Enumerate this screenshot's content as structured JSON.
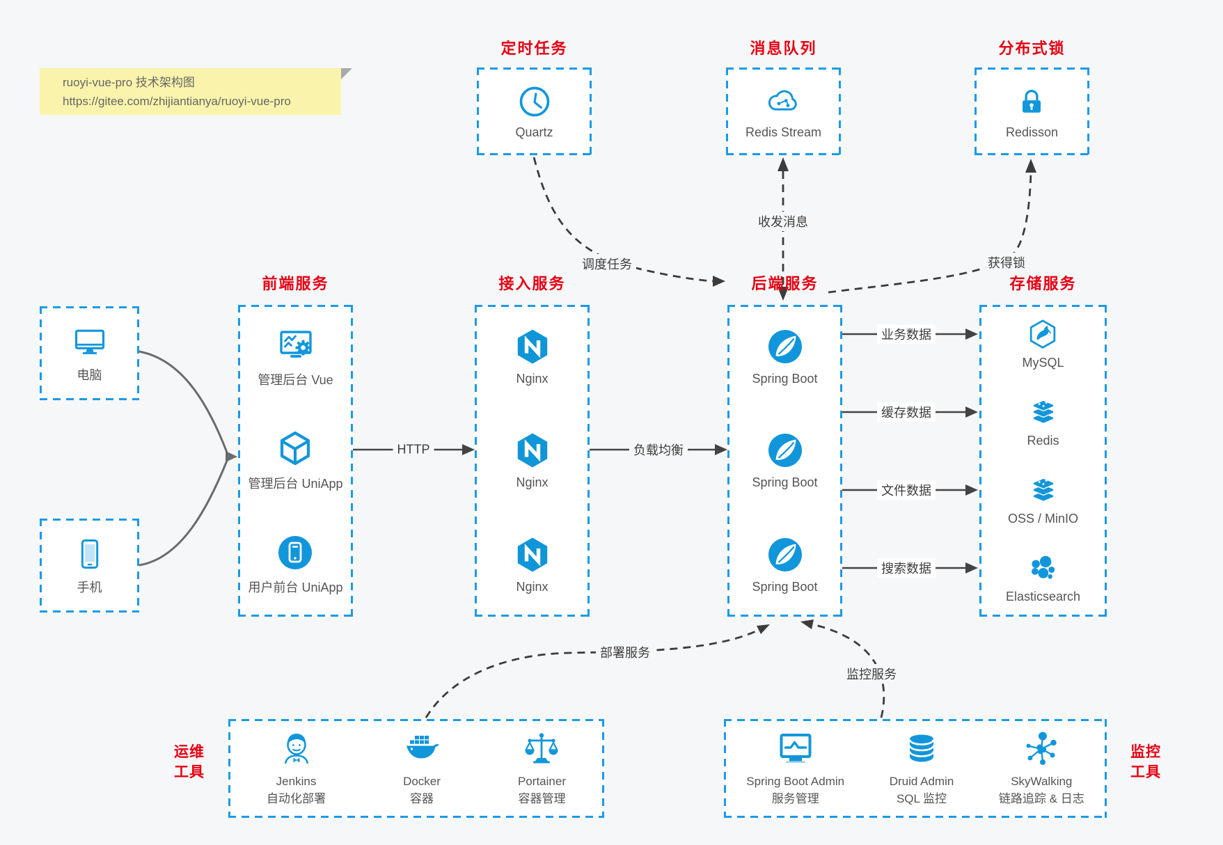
{
  "note": {
    "line1": "ruoyi-vue-pro 技术架构图",
    "line2": "https://gitee.com/zhijiantianya/ruoyi-vue-pro"
  },
  "top": {
    "scheduler": {
      "title": "定时任务",
      "item": "Quartz"
    },
    "mq": {
      "title": "消息队列",
      "item": "Redis Stream"
    },
    "lock": {
      "title": "分布式锁",
      "item": "Redisson"
    }
  },
  "clients": {
    "pc": "电脑",
    "mobile": "手机"
  },
  "columns": {
    "frontend": {
      "title": "前端服务",
      "items": [
        "管理后台 Vue",
        "管理后台 UniApp",
        "用户前台 UniApp"
      ]
    },
    "gateway": {
      "title": "接入服务",
      "items": [
        "Nginx",
        "Nginx",
        "Nginx"
      ]
    },
    "backend": {
      "title": "后端服务",
      "items": [
        "Spring Boot",
        "Spring Boot",
        "Spring Boot"
      ]
    },
    "storage": {
      "title": "存储服务",
      "items": [
        "MySQL",
        "Redis",
        "OSS / MinIO",
        "Elasticsearch"
      ]
    }
  },
  "bottom": {
    "ops": {
      "side_label": [
        "运维",
        "工具"
      ],
      "items": [
        {
          "name": "Jenkins",
          "desc": "自动化部署"
        },
        {
          "name": "Docker",
          "desc": "容器"
        },
        {
          "name": "Portainer",
          "desc": "容器管理"
        }
      ]
    },
    "monitoring": {
      "side_label": [
        "监控",
        "工具"
      ],
      "items": [
        {
          "name": "Spring Boot Admin",
          "desc": "服务管理"
        },
        {
          "name": "Druid Admin",
          "desc": "SQL 监控"
        },
        {
          "name": "SkyWalking",
          "desc": "链路追踪 & 日志"
        }
      ]
    }
  },
  "edges": {
    "http": "HTTP",
    "load_balance": "负载均衡",
    "business_data": "业务数据",
    "cache_data": "缓存数据",
    "file_data": "文件数据",
    "search_data": "搜索数据",
    "schedule": "调度任务",
    "message": "收发消息",
    "acquire_lock": "获得锁",
    "deploy": "部署服务",
    "monitor": "监控服务"
  },
  "colors": {
    "accent_blue": "#1296db",
    "border_blue": "#1a9ae6",
    "title_red": "#e60013",
    "arrow_gray": "#434343",
    "note_bg": "#faf3ac",
    "page_bg": "#f6f7f8"
  }
}
